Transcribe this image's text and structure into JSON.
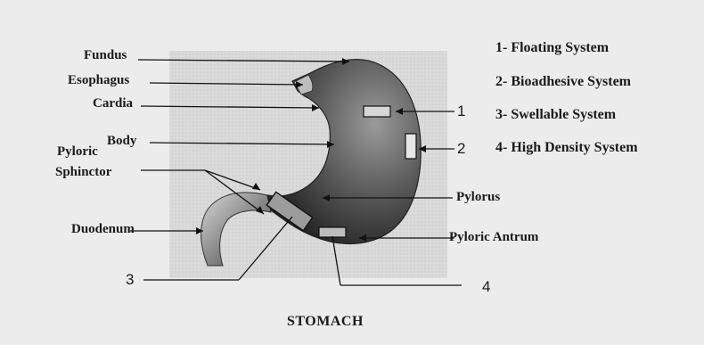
{
  "diagram": {
    "labels": {
      "fundus": "Fundus",
      "esophagus": "Esophagus",
      "cardia": "Cardia",
      "body": "Body",
      "pyloric": "Pyloric",
      "sphinctor": "Sphinctor",
      "duodenum": "Duodenum",
      "pylorus": "Pylorus",
      "pyloric_antrum": "Pyloric Antrum"
    },
    "markers": {
      "m1": "1",
      "m2": "2",
      "m3": "3",
      "m4": "4"
    },
    "legend": [
      "1- Floating System",
      "2- Bioadhesive System",
      "3- Swellable System",
      "4- High Density System"
    ],
    "caption": "STOMACH"
  }
}
